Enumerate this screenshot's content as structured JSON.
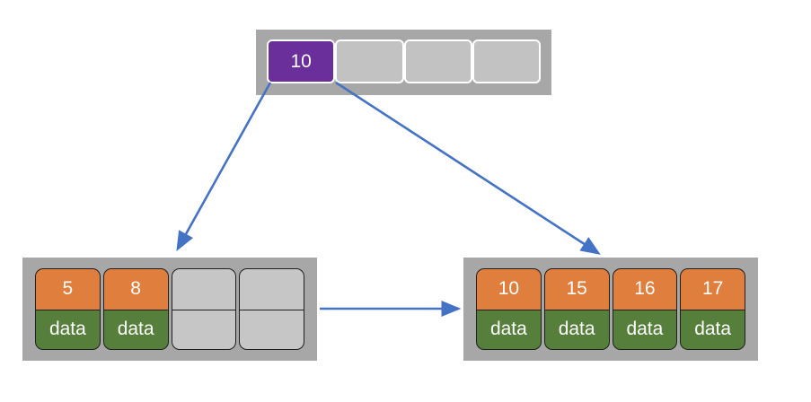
{
  "diagram": {
    "type": "b-plus-tree",
    "colors": {
      "node_frame_gray": "#a7a7a7",
      "empty_cell_gray": "#c4c4c4",
      "root_key_purple": "#6b2f9c",
      "leaf_key_orange": "#e07e3e",
      "leaf_data_green": "#567f3c",
      "arrow_blue": "#4472c4"
    },
    "root_node": {
      "cells": [
        {
          "key": "10"
        },
        {
          "key": ""
        },
        {
          "key": ""
        },
        {
          "key": ""
        }
      ]
    },
    "left_leaf": {
      "entries": [
        {
          "key": "5",
          "value": "data"
        },
        {
          "key": "8",
          "value": "data"
        },
        {
          "key": "",
          "value": ""
        },
        {
          "key": "",
          "value": ""
        }
      ]
    },
    "right_leaf": {
      "entries": [
        {
          "key": "10",
          "value": "data"
        },
        {
          "key": "15",
          "value": "data"
        },
        {
          "key": "16",
          "value": "data"
        },
        {
          "key": "17",
          "value": "data"
        }
      ]
    }
  }
}
